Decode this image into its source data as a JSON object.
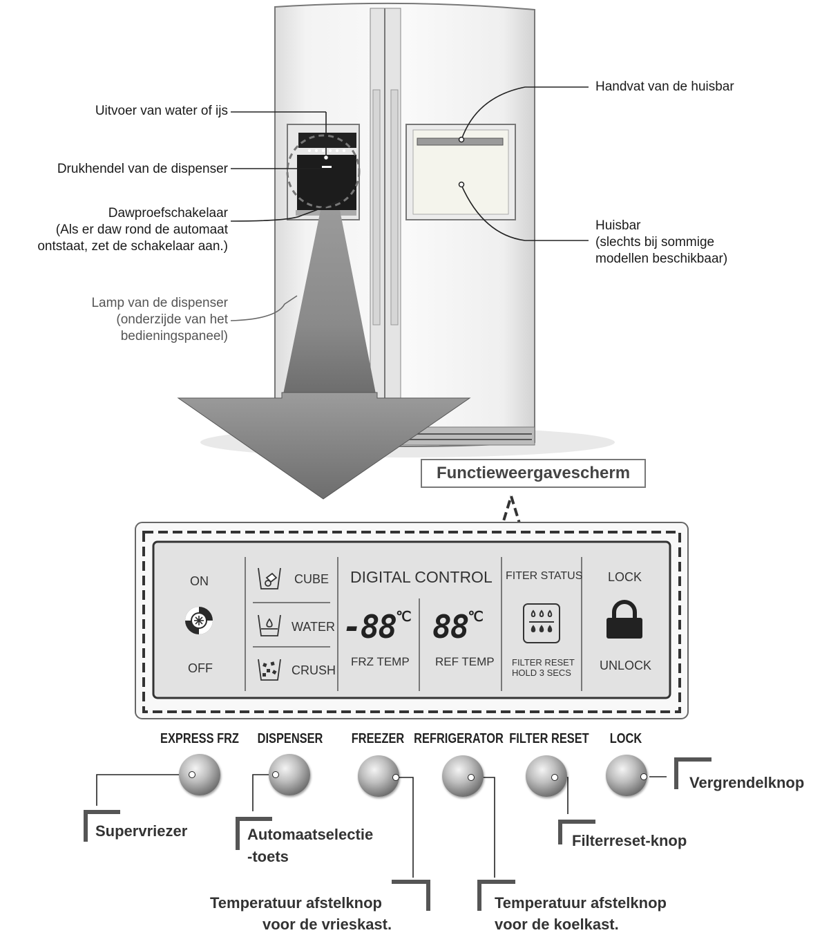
{
  "fridge_labels": {
    "water_ice_outlet": "Uitvoer van water of ijs",
    "dispenser_lever": "Drukhendel van de dispenser",
    "dew_switch_title": "Dawproefschakelaar",
    "dew_switch_line1": "(Als er daw rond de automaat",
    "dew_switch_line2": "ontstaat, zet de schakelaar aan.)",
    "lamp_line1": "Lamp van de dispenser",
    "lamp_line2": "(onderzijde van het",
    "lamp_line3": "bedieningspaneel)",
    "homebar_handle": "Handvat van de huisbar",
    "homebar_title": "Huisbar",
    "homebar_line1": "(slechts bij sommige",
    "homebar_line2": "modellen beschikbaar)"
  },
  "display_title": "Functieweergavescherm",
  "panel": {
    "on": "ON",
    "off": "OFF",
    "cube": "CUBE",
    "water": "WATER",
    "crush": "CRUSH",
    "digital_control": "DIGITAL CONTROL",
    "frz_value": "-88",
    "ref_value": "88",
    "unit": "℃",
    "frz_temp": "FRZ TEMP",
    "ref_temp": "REF TEMP",
    "filter_status": "FITER STATUS",
    "filter_reset_line1": "FILTER RESET",
    "filter_reset_line2": "HOLD 3 SECS",
    "lock": "LOCK",
    "unlock": "UNLOCK"
  },
  "buttons": {
    "express_frz": "EXPRESS FRZ",
    "dispenser": "DISPENSER",
    "freezer": "FREEZER",
    "refrigerator": "REFRIGERATOR",
    "filter_reset": "FILTER RESET",
    "lock": "LOCK"
  },
  "button_labels": {
    "super_freezer": "Supervriezer",
    "dispenser_select_line1": "Automaatselectie",
    "dispenser_select_line2": "-toets",
    "freezer_temp_line1": "Temperatuur afstelknop",
    "freezer_temp_line2": "voor de vrieskast.",
    "fridge_temp_line1": "Temperatuur afstelknop",
    "fridge_temp_line2": "voor de koelkast.",
    "filter_reset_button": "Filterreset-knop",
    "lock_button": "Vergrendelknop"
  }
}
